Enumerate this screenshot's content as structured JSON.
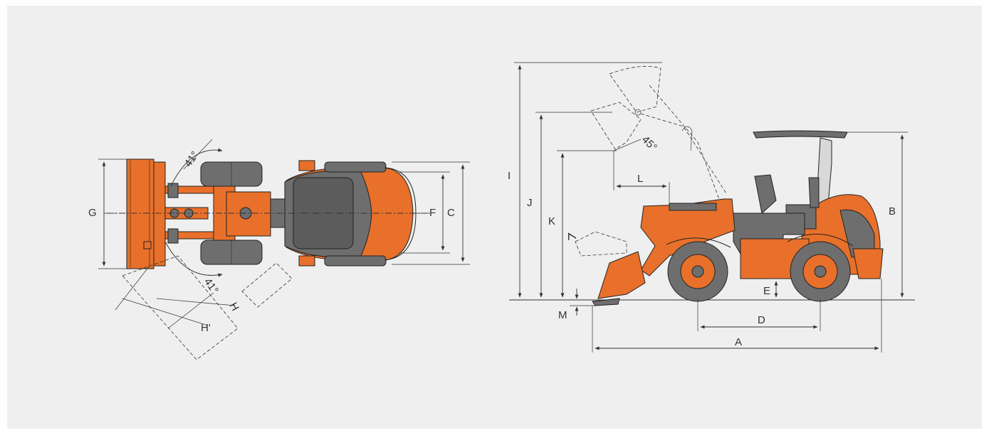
{
  "colors": {
    "background": "#efefef",
    "machine_orange": "#e8702a",
    "machine_gray": "#6e6e6e",
    "line": "#333333"
  },
  "top_view": {
    "angle_front": "41°",
    "angle_rear": "41°",
    "labels": {
      "g": "G",
      "f": "F",
      "c": "C",
      "h": "H",
      "h_prime": "H'"
    }
  },
  "side_view": {
    "dump_angle": "45°",
    "rollback_angle": "∠",
    "labels": {
      "i": "I",
      "j": "J",
      "k": "K",
      "l": "L",
      "m": "M",
      "b": "B",
      "e": "E",
      "d": "D",
      "a": "A"
    }
  }
}
